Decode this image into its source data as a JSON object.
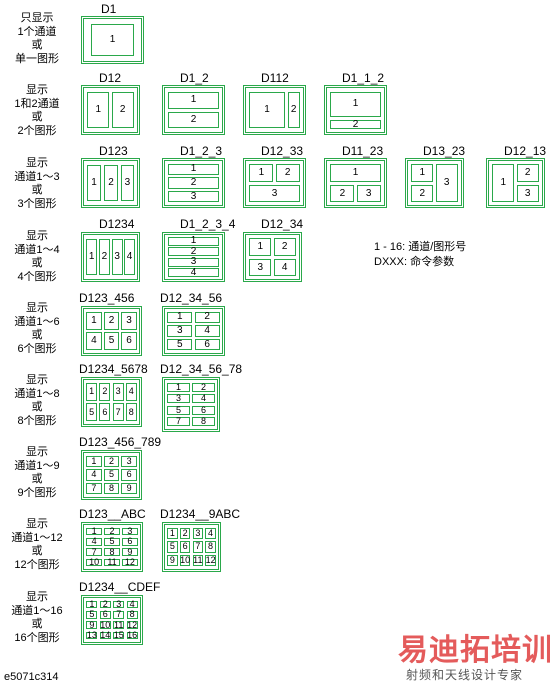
{
  "rows": [
    {
      "label": [
        "只显示",
        "1个通道",
        "或",
        "单一图形"
      ],
      "diagrams": [
        {
          "code": "D1",
          "cells": [
            {
              "t": "1"
            }
          ]
        }
      ]
    },
    {
      "label": [
        "显示",
        "1和2通道",
        "或",
        "2个图形"
      ],
      "diagrams": [
        {
          "code": "D12",
          "cells": [
            {
              "t": "1"
            },
            {
              "t": "2"
            }
          ]
        },
        {
          "code": "D1_2",
          "cells": [
            {
              "t": "1"
            },
            {
              "t": "2"
            }
          ]
        },
        {
          "code": "D112",
          "cells": [
            {
              "t": "1"
            },
            {
              "t": "2"
            }
          ]
        },
        {
          "code": "D1_1_2",
          "cells": [
            {
              "t": "1"
            },
            {
              "t": "2"
            }
          ]
        }
      ]
    },
    {
      "label": [
        "显示",
        "通道1～3",
        "或",
        "3个图形"
      ],
      "diagrams": [
        {
          "code": "D123",
          "cells": [
            {
              "t": "1"
            },
            {
              "t": "2"
            },
            {
              "t": "3"
            }
          ]
        },
        {
          "code": "D1_2_3",
          "cells": [
            {
              "t": "1"
            },
            {
              "t": "2"
            },
            {
              "t": "3"
            }
          ]
        },
        {
          "code": "D12_33",
          "cells": [
            {
              "t": "1"
            },
            {
              "t": "2"
            },
            {
              "t": "3"
            }
          ]
        },
        {
          "code": "D11_23",
          "cells": [
            {
              "t": "1"
            },
            {
              "t": "2"
            },
            {
              "t": "3"
            }
          ]
        },
        {
          "code": "D13_23",
          "cells": [
            {
              "t": "1"
            },
            {
              "t": "2"
            },
            {
              "t": "3"
            }
          ]
        },
        {
          "code": "D12_13",
          "cells": [
            {
              "t": "1"
            },
            {
              "t": "2"
            },
            {
              "t": "3"
            }
          ]
        }
      ]
    },
    {
      "label": [
        "显示",
        "通道1～4",
        "或",
        "4个图形"
      ],
      "diagrams": [
        {
          "code": "D1234",
          "cells": [
            {
              "t": "1"
            },
            {
              "t": "2"
            },
            {
              "t": "3"
            },
            {
              "t": "4"
            }
          ]
        },
        {
          "code": "D1_2_3_4",
          "cells": [
            {
              "t": "1"
            },
            {
              "t": "2"
            },
            {
              "t": "3"
            },
            {
              "t": "4"
            }
          ]
        },
        {
          "code": "D12_34",
          "cells": [
            {
              "t": "1"
            },
            {
              "t": "2"
            },
            {
              "t": "3"
            },
            {
              "t": "4"
            }
          ]
        }
      ]
    },
    {
      "label": [
        "显示",
        "通道1～6",
        "或",
        "6个图形"
      ],
      "diagrams": [
        {
          "code": "D123_456",
          "cells": [
            {
              "t": "1"
            },
            {
              "t": "2"
            },
            {
              "t": "3"
            },
            {
              "t": "4"
            },
            {
              "t": "5"
            },
            {
              "t": "6"
            }
          ]
        },
        {
          "code": "D12_34_56",
          "cells": [
            {
              "t": "1"
            },
            {
              "t": "2"
            },
            {
              "t": "3"
            },
            {
              "t": "4"
            },
            {
              "t": "5"
            },
            {
              "t": "6"
            }
          ]
        }
      ]
    },
    {
      "label": [
        "显示",
        "通道1～8",
        "或",
        "8个图形"
      ],
      "diagrams": [
        {
          "code": "D1234_5678",
          "cells": [
            {
              "t": "1"
            },
            {
              "t": "2"
            },
            {
              "t": "3"
            },
            {
              "t": "4"
            },
            {
              "t": "5"
            },
            {
              "t": "6"
            },
            {
              "t": "7"
            },
            {
              "t": "8"
            }
          ]
        },
        {
          "code": "D12_34_56_78",
          "cells": [
            {
              "t": "1"
            },
            {
              "t": "2"
            },
            {
              "t": "3"
            },
            {
              "t": "4"
            },
            {
              "t": "5"
            },
            {
              "t": "6"
            },
            {
              "t": "7"
            },
            {
              "t": "8"
            }
          ]
        }
      ]
    },
    {
      "label": [
        "显示",
        "通道1～9",
        "或",
        "9个图形"
      ],
      "diagrams": [
        {
          "code": "D123_456_789",
          "cells": [
            {
              "t": "1"
            },
            {
              "t": "2"
            },
            {
              "t": "3"
            },
            {
              "t": "4"
            },
            {
              "t": "5"
            },
            {
              "t": "6"
            },
            {
              "t": "7"
            },
            {
              "t": "8"
            },
            {
              "t": "9"
            }
          ]
        }
      ]
    },
    {
      "label": [
        "显示",
        "通道1～12",
        "或",
        "12个图形"
      ],
      "diagrams": [
        {
          "code": "D123__ABC",
          "cells": [
            {
              "t": "1"
            },
            {
              "t": "2"
            },
            {
              "t": "3"
            },
            {
              "t": "4"
            },
            {
              "t": "5"
            },
            {
              "t": "6"
            },
            {
              "t": "7"
            },
            {
              "t": "8"
            },
            {
              "t": "9"
            },
            {
              "t": "10"
            },
            {
              "t": "11"
            },
            {
              "t": "12"
            }
          ]
        },
        {
          "code": "D1234__9ABC",
          "cells": [
            {
              "t": "1"
            },
            {
              "t": "2"
            },
            {
              "t": "3"
            },
            {
              "t": "4"
            },
            {
              "t": "5"
            },
            {
              "t": "6"
            },
            {
              "t": "7"
            },
            {
              "t": "8"
            },
            {
              "t": "9"
            },
            {
              "t": "10"
            },
            {
              "t": "11"
            },
            {
              "t": "12"
            }
          ]
        }
      ]
    },
    {
      "label": [
        "显示",
        "通道1～16",
        "或",
        "16个图形"
      ],
      "diagrams": [
        {
          "code": "D1234__CDEF",
          "cells": [
            {
              "t": "1"
            },
            {
              "t": "2"
            },
            {
              "t": "3"
            },
            {
              "t": "4"
            },
            {
              "t": "5"
            },
            {
              "t": "6"
            },
            {
              "t": "7"
            },
            {
              "t": "8"
            },
            {
              "t": "9"
            },
            {
              "t": "10"
            },
            {
              "t": "11"
            },
            {
              "t": "12"
            },
            {
              "t": "13"
            },
            {
              "t": "14"
            },
            {
              "t": "15"
            },
            {
              "t": "16"
            }
          ]
        }
      ]
    }
  ],
  "legend": [
    "1 - 16: 通道/图形号",
    "DXXX: 命令参数"
  ],
  "figure_id": "e5071c314",
  "watermark": {
    "main": "易迪拓培训",
    "sub": "射频和天线设计专家"
  },
  "colors": {
    "frame": "#2aa84a",
    "watermark": "#e45b5b"
  }
}
